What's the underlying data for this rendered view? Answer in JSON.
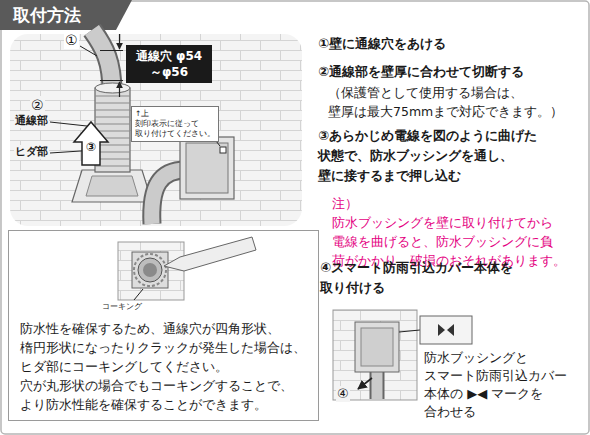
{
  "diagram": {
    "title": "取付方法",
    "nodes": [
      {
        "text": [
          "通線穴 φ54～φ56"
        ]
      },
      {
        "text": [
          "↑上 刻印表示に従って 取り付けてください。"
        ]
      },
      {
        "text": [
          "防水性を確保するため、通線穴が四角形状、楕円形状になったりクラックが発生した場合は、ヒダ部にコーキングしてください。穴が丸形状の場合でもコーキングすることで、より防水性能を確保することができます。"
        ]
      }
    ],
    "labels": [
      "①",
      "②",
      "通線部",
      "③",
      "ヒダ部",
      "①壁に通線穴をあける",
      "②通線部を壁厚に合わせて切断する",
      "（保護管として使用する場合は、 壁厚は最大75mmまで対応できます。）",
      "③あらかじめ電線を図のように曲げた 状態で、防水ブッシングを通し、 壁に接するまで押し込む",
      "注）防水ブッシングを壁に取り付けてから 電線を曲げると、防水ブッシングに負 荷がかかり、破損のおそれがあります。",
      "④スマート防雨引込カバー本体を 取り付ける",
      "コーキング",
      "④",
      "防水ブッシングと スマート防雨引込カバー 本体の ▶◀ マークを 合わせる"
    ]
  }
}
